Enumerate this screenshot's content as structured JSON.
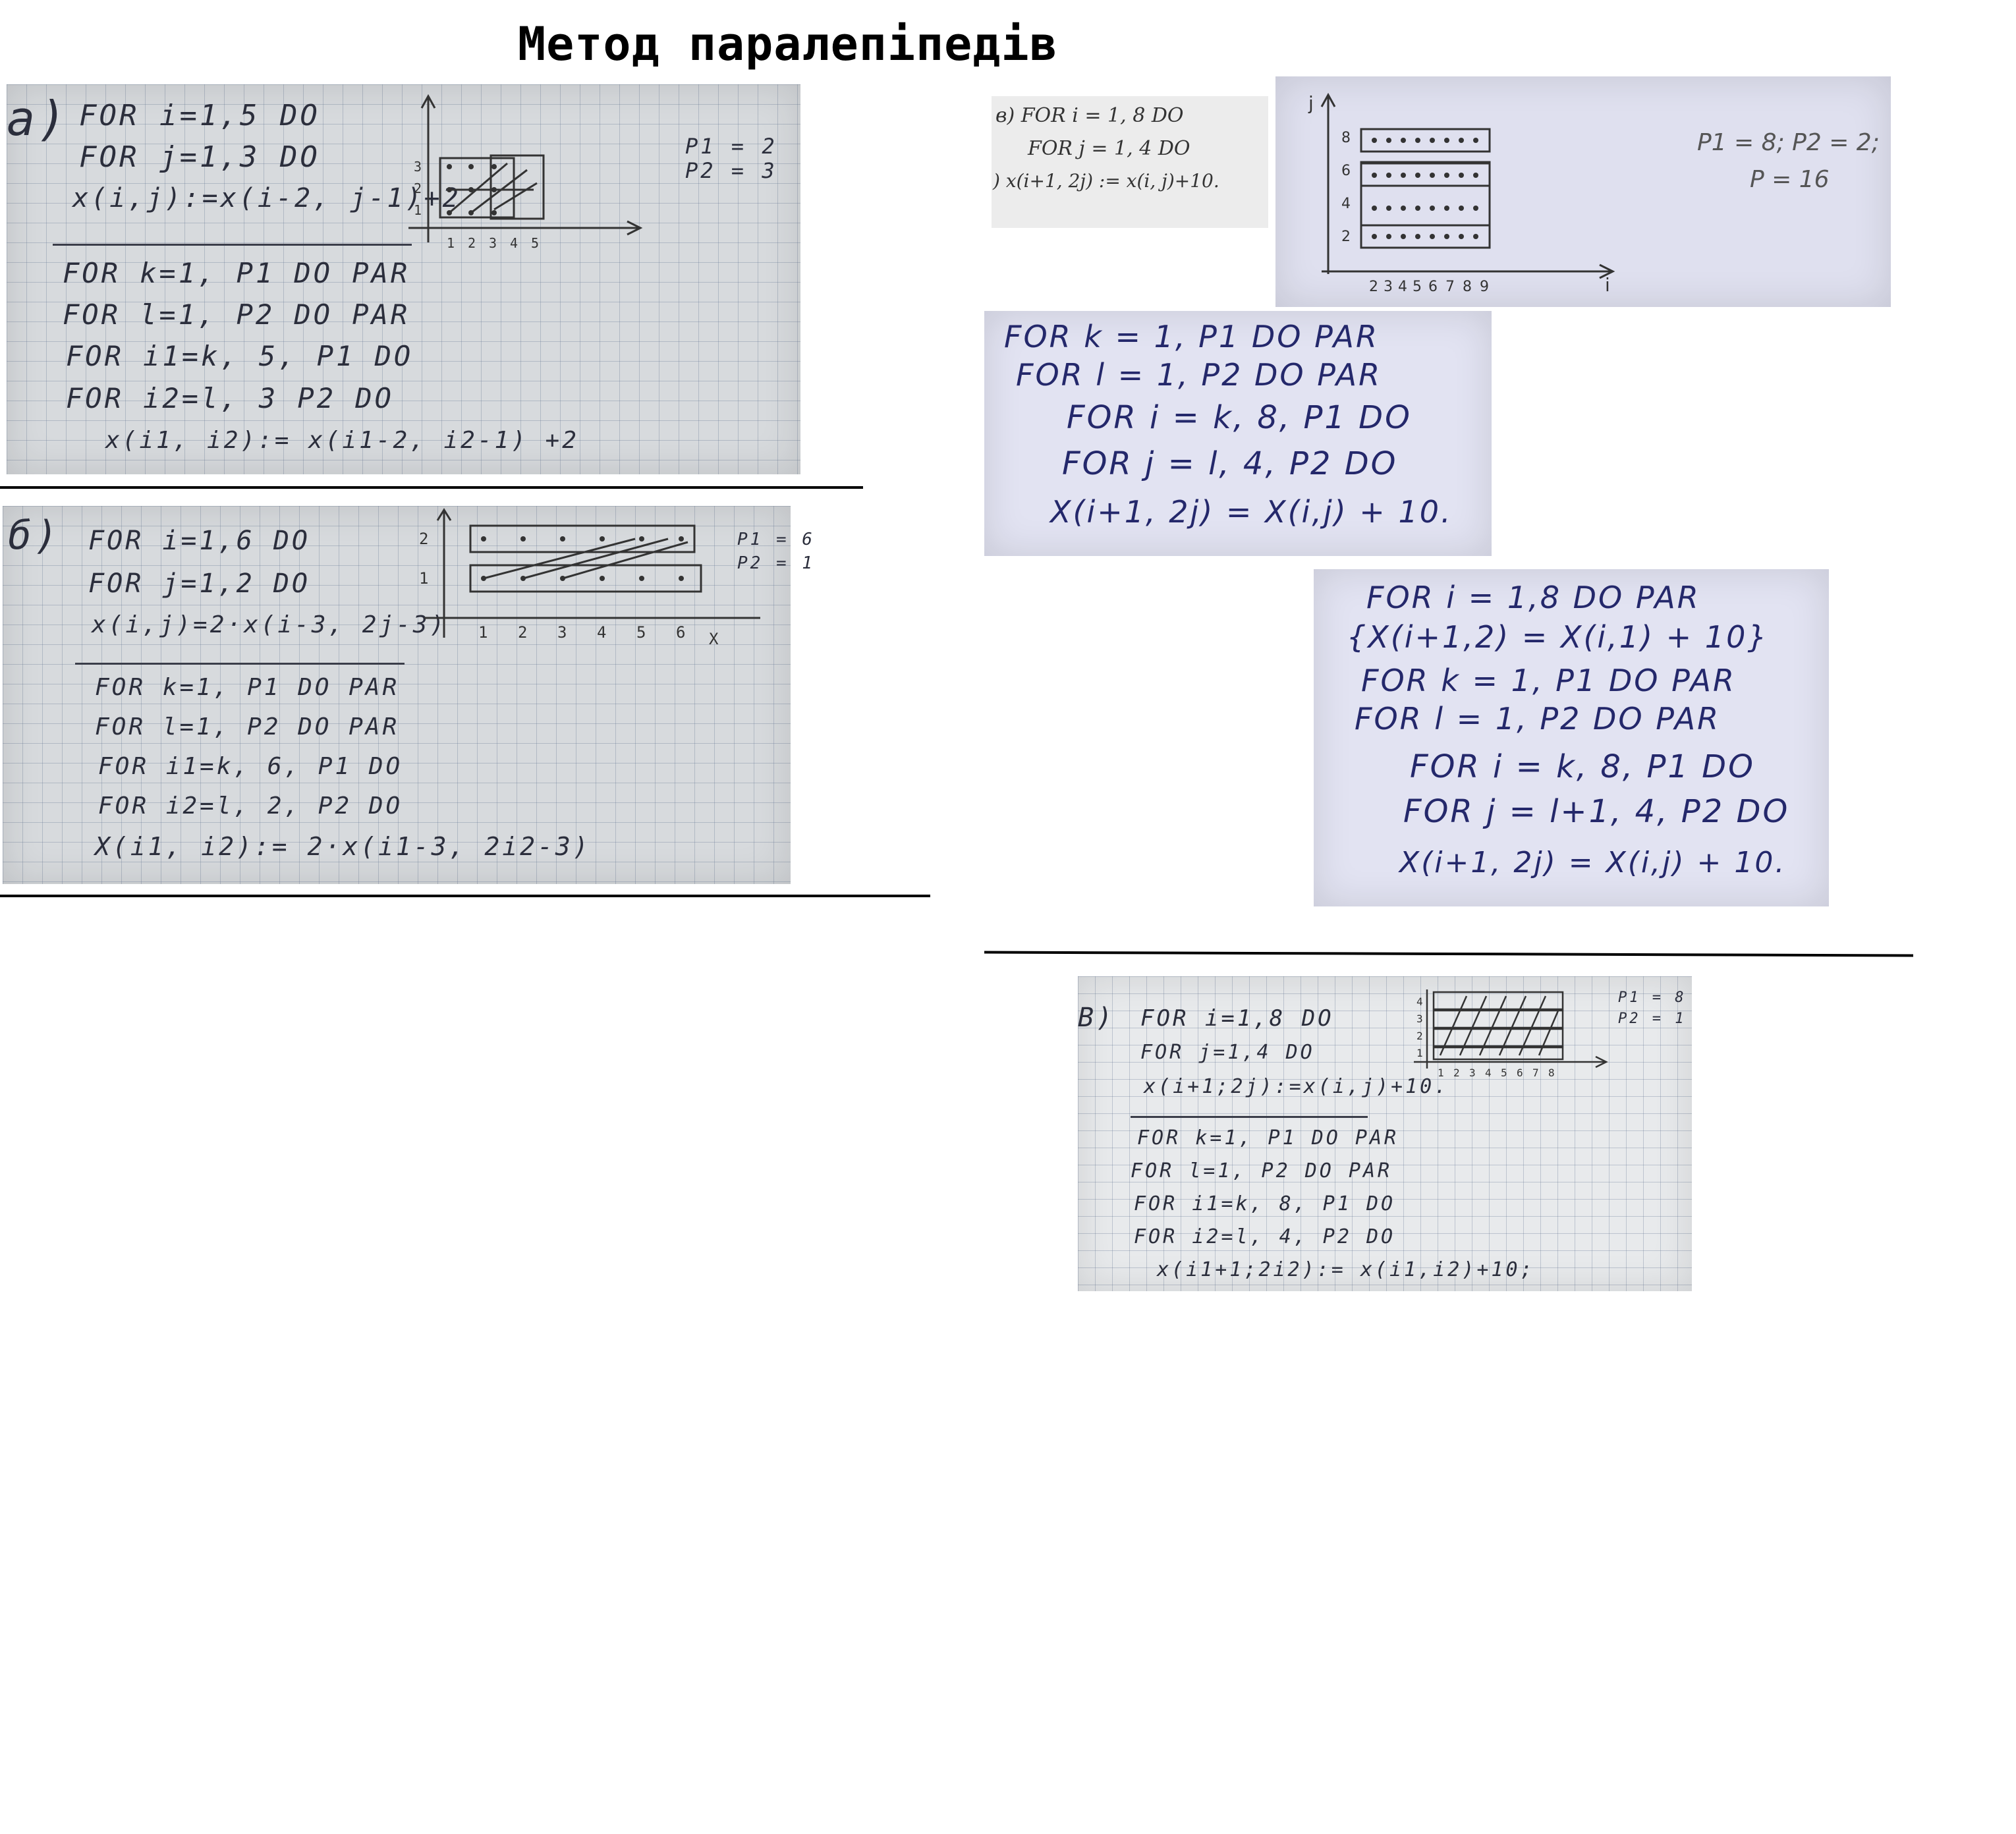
{
  "page": {
    "title": "Метод паралепіпедів"
  },
  "photo_a": {
    "label": "а)",
    "loop_lines": [
      "FOR  i=1,5  DO",
      "FOR  j=1,3  DO",
      "x(i,j):=x(i-2, j-1)+2"
    ],
    "par_lines": [
      "FOR  k=1, P1  DO  PAR",
      "FOR  l=1, P2  DO  PAR",
      "FOR  i1=k, 5, P1  DO",
      "FOR  i2=l, 3  P2  DO",
      "x(i1, i2):= x(i1-2, i2-1) +2"
    ],
    "params": [
      "P1 = 2",
      "P2 = 3"
    ],
    "x_ticks": [
      "1",
      "2",
      "3",
      "4",
      "5"
    ],
    "y_ticks": [
      "1",
      "2",
      "3"
    ]
  },
  "photo_b": {
    "label": "б)",
    "loop_lines": [
      "FOR  i=1,6  DO",
      "FOR  j=1,2  DO",
      "x(i,j)=2·x(i-3, 2j-3)"
    ],
    "par_lines": [
      "FOR  k=1, P1  DO PAR",
      "FOR  l=1, P2  DO PAR",
      "FOR  i1=k, 6, P1  DO",
      "FOR  i2=l, 2, P2  DO",
      "X(i1, i2):= 2·x(i1-3, 2i2-3)"
    ],
    "params": [
      "P1 = 6",
      "P2 = 1"
    ],
    "x_ticks": [
      "1",
      "2",
      "3",
      "4",
      "5",
      "6"
    ],
    "y_ticks": [
      "1",
      "2"
    ],
    "x_axis_label": "X"
  },
  "print_v": {
    "lines": [
      "в) FOR  i = 1, 8  DO",
      "FOR  j = 1, 4  DO",
      ")      x(i+1, 2j) := x(i, j)+10."
    ]
  },
  "graph_v": {
    "params": [
      "P1 = 8;  P2 = 2;",
      "P = 16"
    ],
    "x_ticks": [
      "2",
      "3",
      "4",
      "5",
      "6",
      "7",
      "8",
      "9"
    ],
    "y_ticks": [
      "2",
      "4",
      "6",
      "8"
    ],
    "x_label": "i",
    "y_label": "j"
  },
  "photo_c": {
    "lines": [
      "FOR   k = 1, P1   DO  PAR",
      "FOR   l = 1, P2   DO  PAR",
      "FOR  i = k, 8, P1  DO",
      "FOR  j = l, 4, P2  DO",
      "X(i+1, 2j) = X(i,j) + 10."
    ]
  },
  "photo_d": {
    "lines": [
      "FOR  i = 1,8   DO  PAR",
      "{X(i+1,2) = X(i,1) + 10}",
      "FOR   k = 1, P1   DO  PAR",
      "FOR   l = 1, P2   DO  PAR",
      "FOR  i = k, 8, P1  DO",
      "FOR  j = l+1, 4, P2  DO",
      "X(i+1, 2j) = X(i,j) + 10."
    ]
  },
  "photo_e": {
    "label": "В)",
    "loop_lines": [
      "FOR  i=1,8 DO",
      "FOR  j=1,4 DO",
      "x(i+1;2j):=x(i,j)+10."
    ],
    "par_lines": [
      "FOR k=1, P1 DO PAR",
      "FOR l=1, P2 DO PAR",
      "FOR i1=k, 8, P1 DO",
      "FOR i2=l, 4, P2 DO",
      "x(i1+1;2i2):= x(i1,i2)+10;"
    ],
    "params": [
      "P1 = 8",
      "P2 = 1"
    ],
    "x_ticks": [
      "1",
      "2",
      "3",
      "4",
      "5",
      "6",
      "7",
      "8"
    ],
    "y_ticks": [
      "1",
      "2",
      "3",
      "4"
    ]
  }
}
